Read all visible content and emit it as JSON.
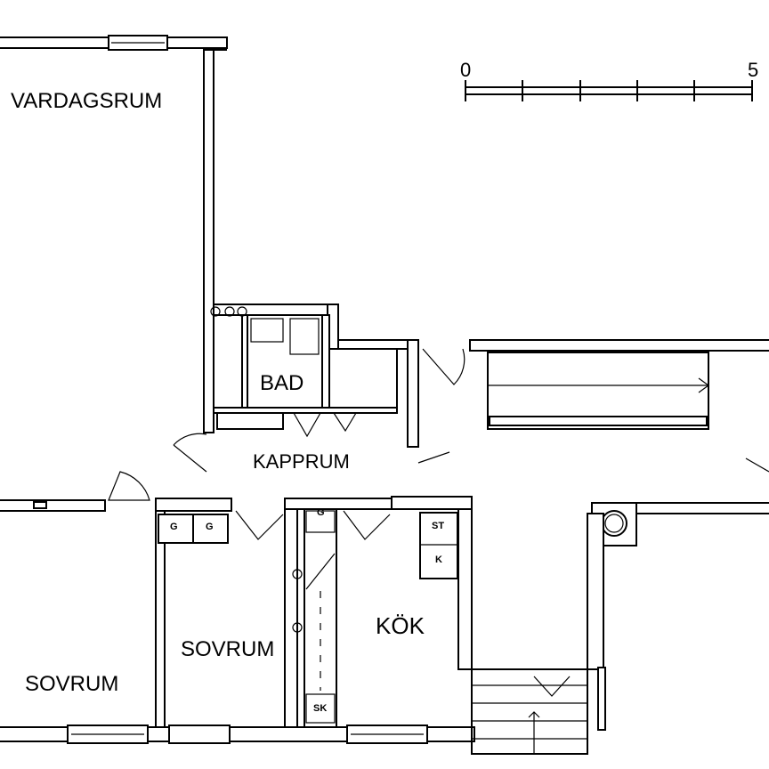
{
  "rooms": {
    "vardagsrum": "VARDAGSRUM",
    "bad": "BAD",
    "kapprum": "KAPPRUM",
    "sovrum_left": "SOVRUM",
    "sovrum_middle": "SOVRUM",
    "kok": "KÖK"
  },
  "fixtures": {
    "g1": "G",
    "g2": "G",
    "g3": "G",
    "st": "ST",
    "k": "K",
    "sk": "SK"
  },
  "scale": {
    "start": "0",
    "end": "5"
  }
}
